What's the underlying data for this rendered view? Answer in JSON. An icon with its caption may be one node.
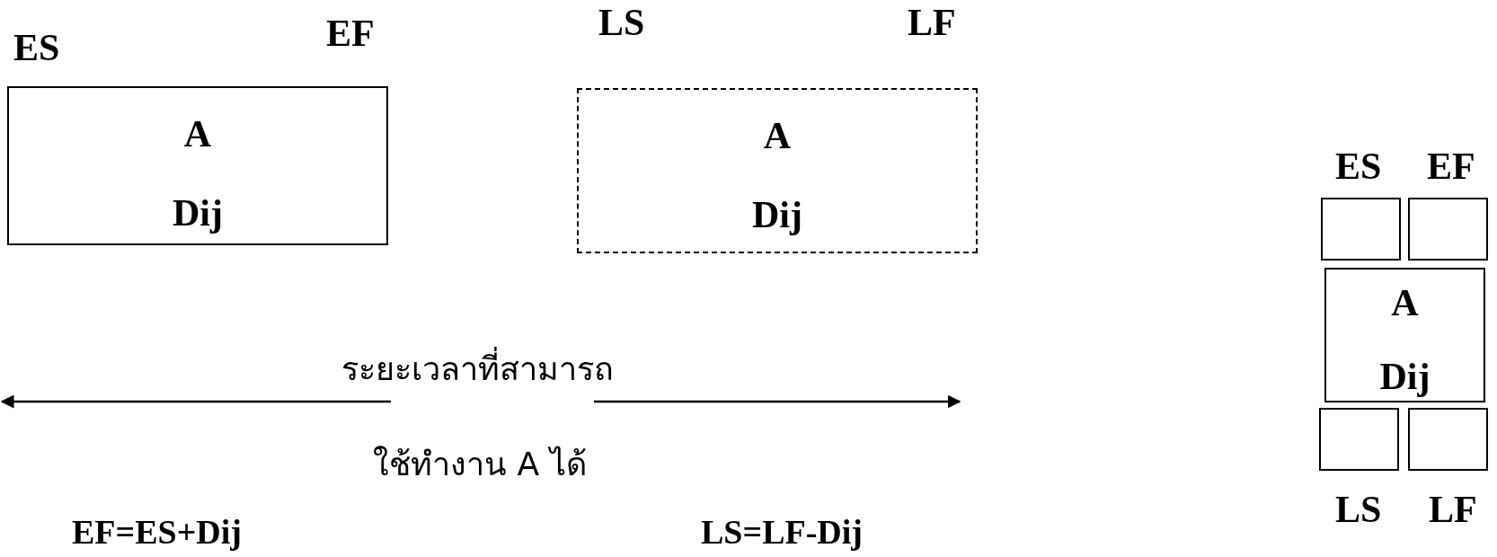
{
  "diagram": {
    "nodes": [
      {
        "text": [
          "A",
          "Dij"
        ],
        "beside": [
          "ES",
          "EF"
        ]
      },
      {
        "text": [
          "A",
          "Dij"
        ],
        "beside": [
          "LS",
          "LF"
        ]
      },
      {
        "text": [],
        "shape": "box",
        "beside": [
          "ES"
        ]
      },
      {
        "text": [],
        "shape": "box",
        "beside": [
          "EF"
        ]
      },
      {
        "text": [
          "A",
          "Dij"
        ]
      },
      {
        "text": [],
        "shape": "box",
        "beside": [
          "LS"
        ]
      },
      {
        "text": [],
        "shape": "box",
        "beside": [
          "LF"
        ]
      }
    ],
    "edges": [],
    "labels": [
      "ระยะเวลาที่สามารถ",
      "ใช้ทำงาน A ได้",
      "EF=ES+Dij",
      "LS=LF-Dij"
    ]
  }
}
